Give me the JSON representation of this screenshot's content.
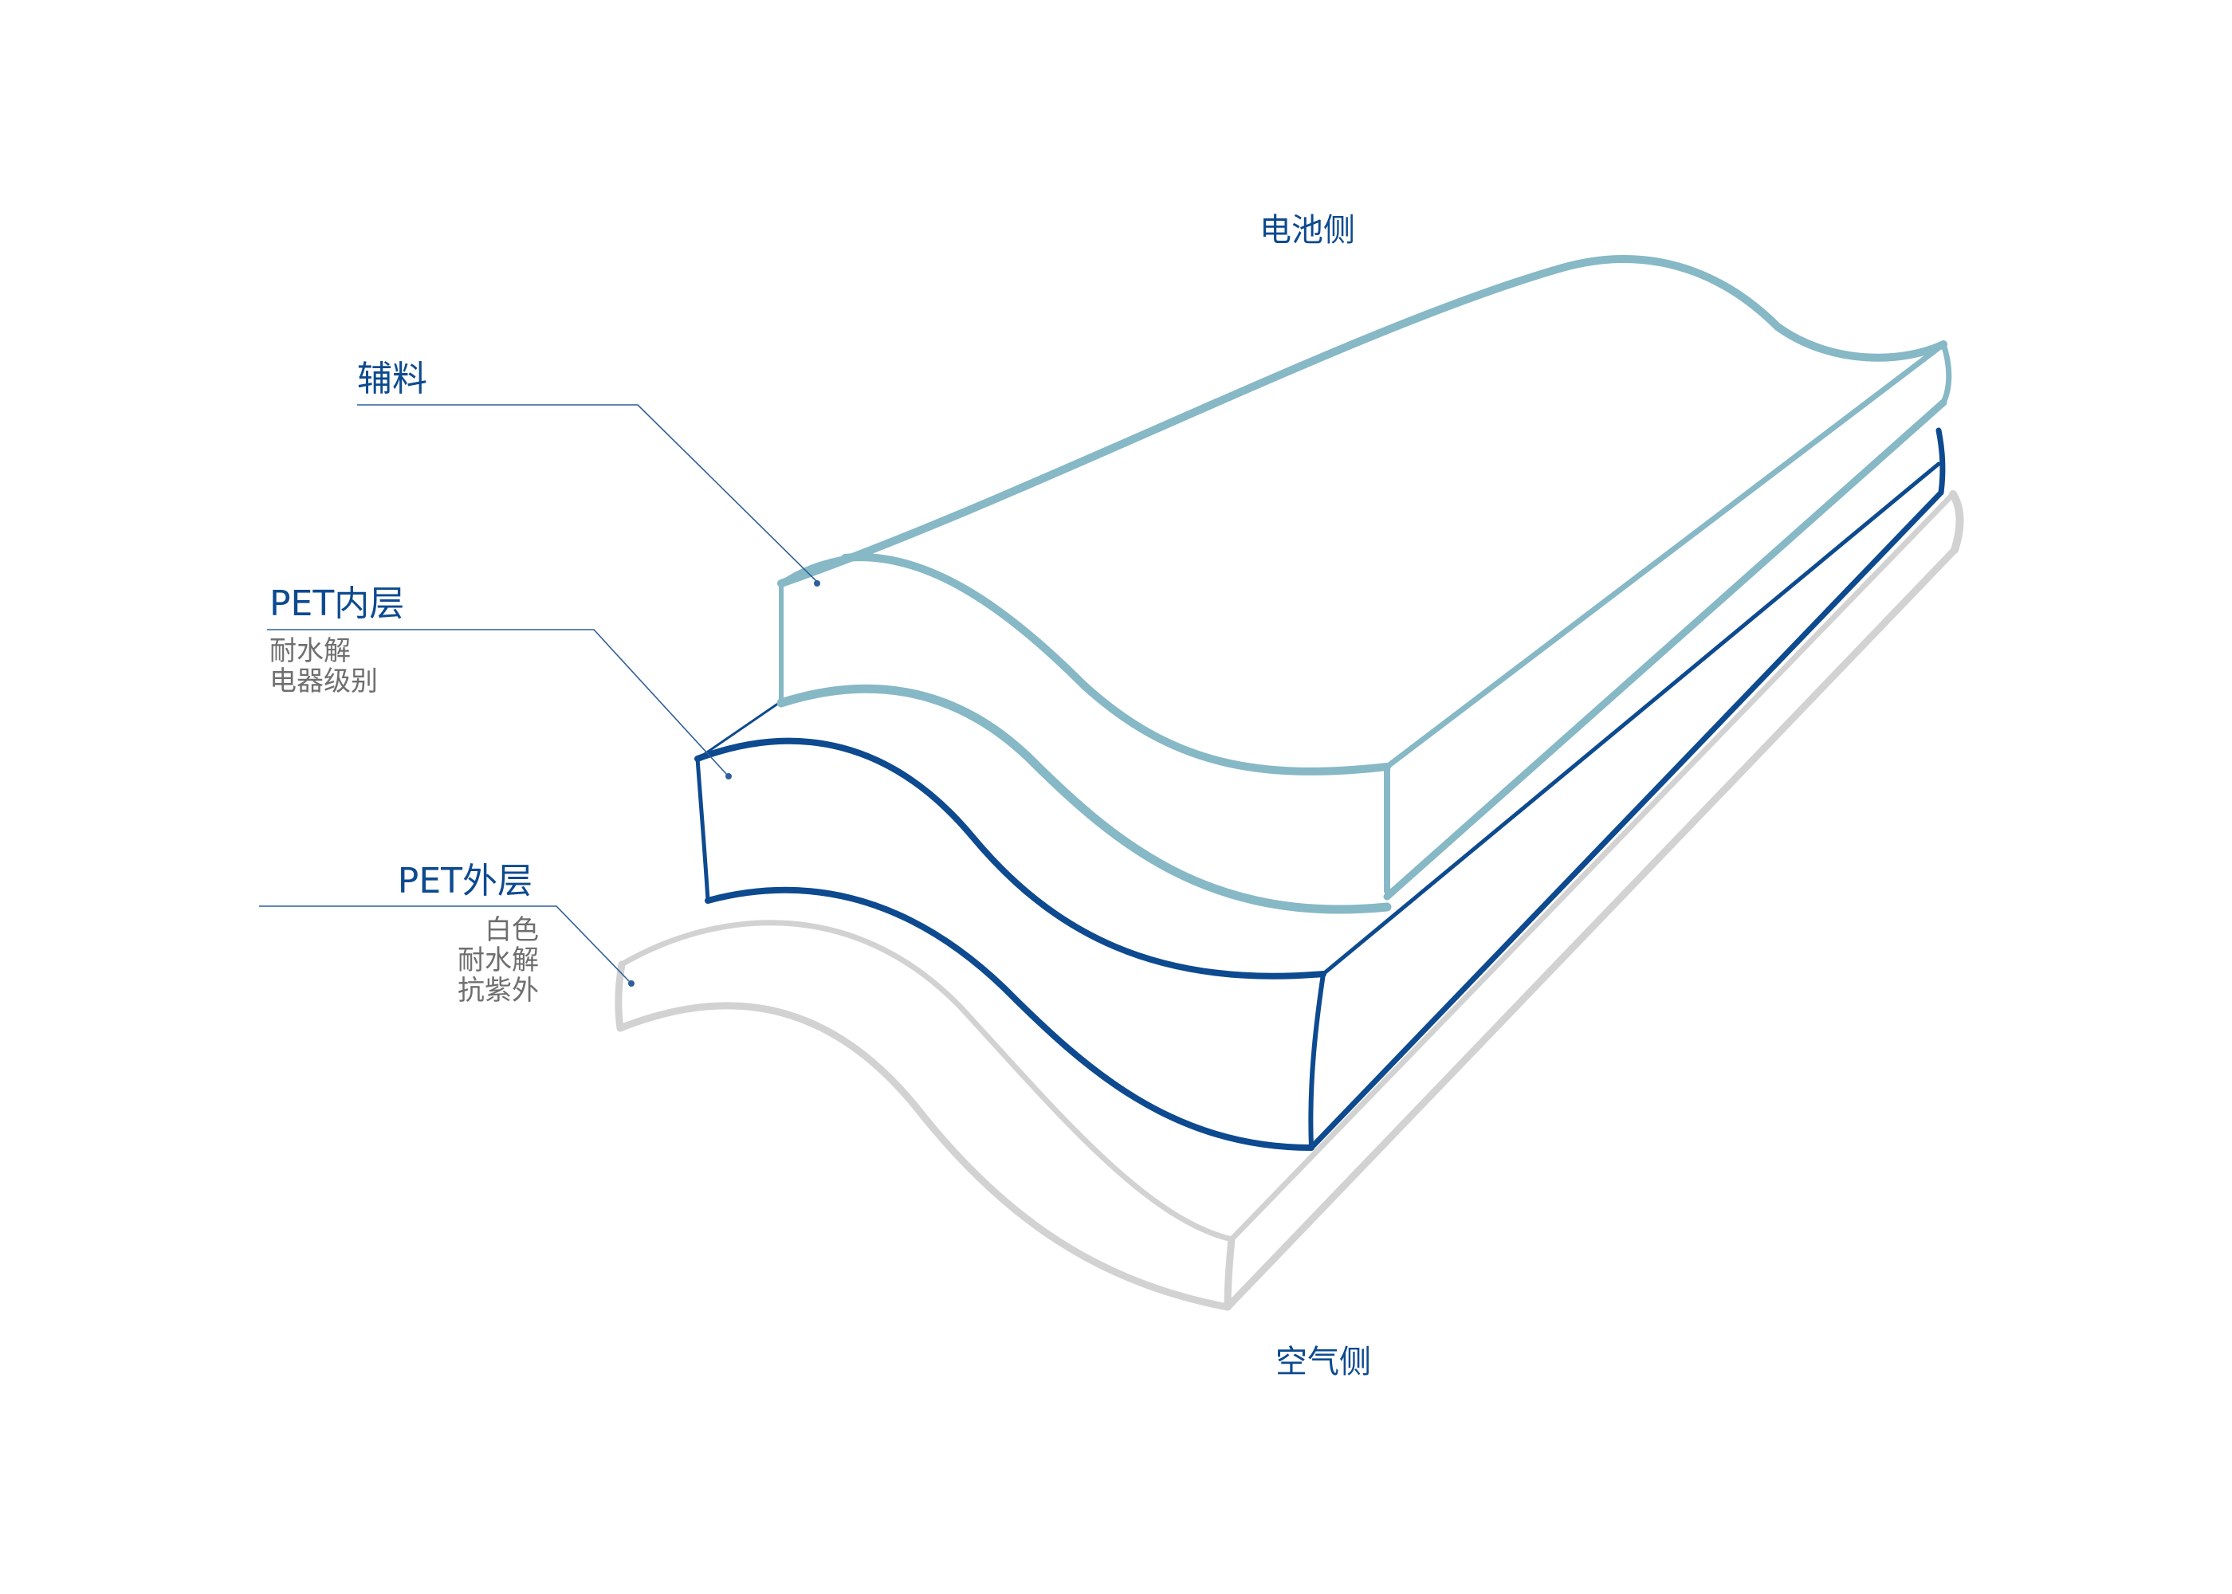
{
  "labels": {
    "battery_side": "电池侧",
    "air_side": "空气侧"
  },
  "layers": [
    {
      "id": "auxiliary",
      "title": "辅料",
      "properties": [],
      "color": "#86b8c6"
    },
    {
      "id": "pet-inner",
      "title": "PET内层",
      "properties": [
        "耐水解",
        "电器级别"
      ],
      "color": "#0d4a8f"
    },
    {
      "id": "pet-outer",
      "title": "PET外层",
      "properties": [
        "白色",
        "耐水解",
        "抗紫外"
      ],
      "color": "#d2d2d2"
    }
  ]
}
